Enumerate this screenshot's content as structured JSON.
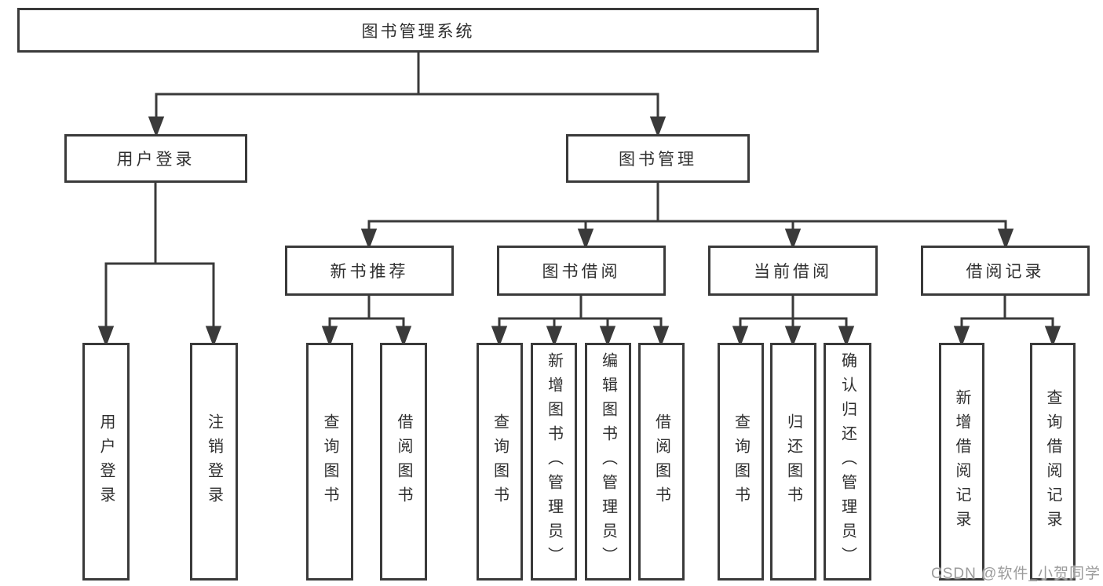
{
  "colors": {
    "line": "#3a3a3a",
    "text": "#2f2f2f",
    "background": "#ffffff",
    "watermark": "#9b9b9b"
  },
  "watermark": "CSDN @软件_小贺同学",
  "tree": {
    "label": "图书管理系统",
    "children": [
      {
        "label": "用户登录",
        "children": [
          {
            "label": "用户登录"
          },
          {
            "label": "注销登录"
          }
        ]
      },
      {
        "label": "图书管理",
        "children": [
          {
            "label": "新书推荐",
            "children": [
              {
                "label": "查询图书"
              },
              {
                "label": "借阅图书"
              }
            ]
          },
          {
            "label": "图书借阅",
            "children": [
              {
                "label": "查询图书"
              },
              {
                "label": "新增图书（管理员）"
              },
              {
                "label": "编辑图书（管理员）"
              },
              {
                "label": "借阅图书"
              }
            ]
          },
          {
            "label": "当前借阅",
            "children": [
              {
                "label": "查询图书"
              },
              {
                "label": "归还图书"
              },
              {
                "label": "确认归还（管理员）"
              }
            ]
          },
          {
            "label": "借阅记录",
            "children": [
              {
                "label": "新增借阅记录"
              },
              {
                "label": "查询借阅记录"
              }
            ]
          }
        ]
      }
    ]
  }
}
